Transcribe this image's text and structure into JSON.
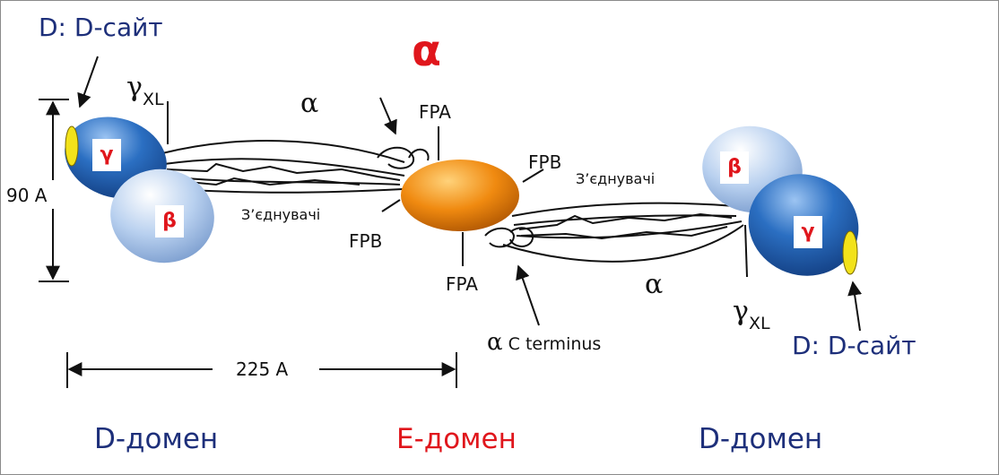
{
  "title_greek": "α",
  "left": {
    "site_label": "D: D-сайт",
    "gamma_xl_symbol": "γ",
    "gamma_xl_sub": "XL",
    "gamma_box": "γ",
    "beta_box": "β",
    "height_label": "90 A",
    "linkers_label": "З’єднувачі",
    "fpb_label": "FPB"
  },
  "center": {
    "alpha_top": "α",
    "fpa_top": "FPA",
    "fpb_right": "FPB",
    "linkers_right": "З’єднувачі",
    "fpa_bottom": "FPA",
    "alpha_cterm_symbol": "α",
    "cterm_c": "C",
    "cterm_label": "terminus"
  },
  "right": {
    "beta_box": "β",
    "gamma_box": "γ",
    "alpha_label": "α",
    "gamma_xl_symbol": "γ",
    "gamma_xl_sub": "XL",
    "site_label": "D: D-сайт"
  },
  "length_label": "225 A",
  "domains": {
    "left": "D-домен",
    "center": "E-домен",
    "right": "D-домен"
  },
  "colors": {
    "d_domain_dark": "#1f5fae",
    "d_domain_light": "#a9c6ea",
    "e_domain": "#f08a10",
    "d_site_cap": "#f2e21a",
    "label_blue": "#1d2f7a",
    "label_red": "#e0161c"
  }
}
